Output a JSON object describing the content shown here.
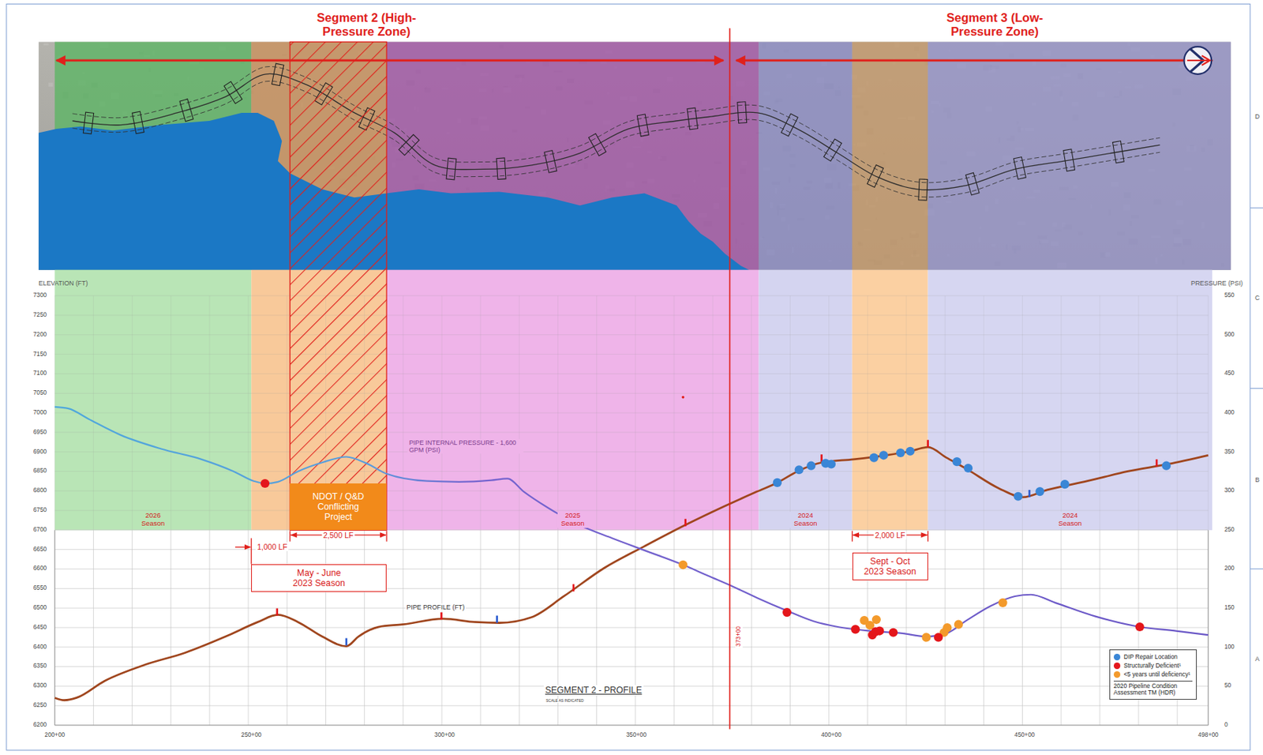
{
  "diagram": {
    "nodes": [
      {
        "text": [
          "2026 Season"
        ]
      },
      {
        "text": [
          "2025 Season"
        ]
      },
      {
        "text": [
          "2024 Season"
        ]
      },
      {
        "text": [
          "2024 Season"
        ]
      },
      {
        "text": [
          "NDOT / Q&D Conflicting Project"
        ]
      },
      {
        "text": [
          "May - June 2023 Season"
        ]
      },
      {
        "text": [
          "Sept - Oct 2023 Season"
        ]
      }
    ],
    "labels": [
      "Segment 2 (High-Pressure Zone)",
      "Segment 3 (Low-Pressure Zone)",
      "ELEVATION (FT)",
      "PRESSURE (PSI)",
      "7300",
      "7250",
      "7200",
      "7150",
      "7100",
      "7050",
      "7000",
      "6950",
      "6900",
      "6850",
      "6800",
      "6750",
      "6700",
      "6650",
      "6600",
      "6550",
      "6500",
      "6450",
      "6400",
      "6350",
      "6300",
      "6250",
      "6200",
      "550",
      "500",
      "450",
      "400",
      "350",
      "300",
      "250",
      "200",
      "150",
      "100",
      "50",
      "0",
      "200+00",
      "250+00",
      "300+00",
      "350+00",
      "400+00",
      "450+00",
      "498+00",
      "1,000 LF",
      "2,500 LF",
      "2,000 LF",
      "PIPE INTERNAL PRESSURE - 1,600 GPM (PSI)",
      "PIPE PROFILE (FT)",
      "SEGMENT 2 - PROFILE",
      "SCALE AS INDICATED",
      "373+00",
      "D",
      "C",
      "B",
      "A",
      "2020 Pipeline Condition Assessment TM (HDR)"
    ],
    "legend": [
      {
        "text": "DIP Repair Location",
        "color": "#3a86d6"
      },
      {
        "text": "Structurally Deficient¹",
        "color": "#e4161b"
      },
      {
        "text": "<5 years until deficiency¹",
        "color": "#f39a2b"
      }
    ]
  }
}
